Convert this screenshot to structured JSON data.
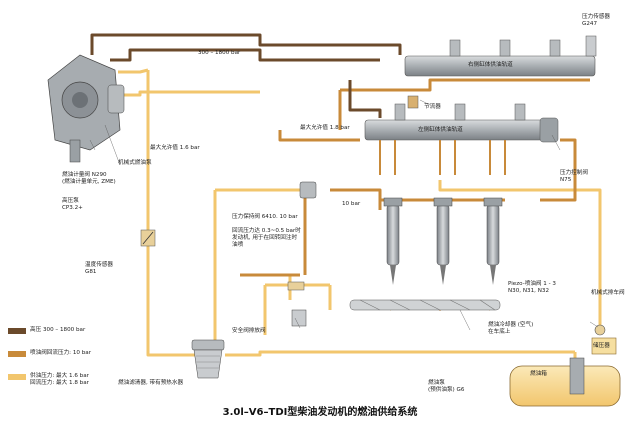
{
  "title": "3.0l–V6–TDI型柴油发动机的燃油供给系统",
  "colors": {
    "high_pressure": "#6b4a2b",
    "return_pressure": "#c88a3a",
    "supply_pressure": "#f2c66d",
    "rail": "#9ea3a6"
  },
  "labels": {
    "pressure_sensor": "压力传感器\nG247",
    "right_rail": "右侧缸体供油轨道",
    "left_rail": "左侧缸体供油轨道",
    "throttle": "节流器",
    "pump_pressure": "300 – 1800 bar",
    "max_allowed_1": "最大允许值 1.8 bar",
    "max_allowed_2": "最大允许值 1.6 bar",
    "mech_pump": "机械式燃油泵",
    "metering_valve": "燃油计量阀 N290\n(燃油计量单元, ZME)",
    "hp_pump": "高压泵\nCP3.2+",
    "pressure_control_valve": "压力控制阀\nN75",
    "pressure_hold_valve": "压力保持阀 6410. 10 bar",
    "ten_bar": "10 bar",
    "hold_note": "回流压力达 0.3~0.5 bar时\n发动机, 用于在回转回注时\n油喷",
    "temp_sensor": "温度传感器\nG81",
    "injectors": "Piezo-喷油阀 1 - 3\nN30, N31, N32",
    "mech_check_valve": "机械式排车阀",
    "safety_valve": "安全阀排放阀",
    "fuel_cooler": "燃油冷却器 (空气)\n在车底上",
    "reservoir": "储压器",
    "fuel_tank": "燃油箱",
    "fuel_pump": "燃油泵\n(预供油泵) G6",
    "fuel_filter": "燃油滤清器, 带有预热水器"
  },
  "legend": [
    {
      "text": "高压 300 – 1800 bar",
      "color": "#6b4a2b"
    },
    {
      "text": "喷油阀回流压力: 10 bar",
      "color": "#c88a3a"
    },
    {
      "text": "供油压力: 最大 1.6 bar\n回流压力: 最大 1.8 bar",
      "color": "#f2c66d"
    }
  ]
}
